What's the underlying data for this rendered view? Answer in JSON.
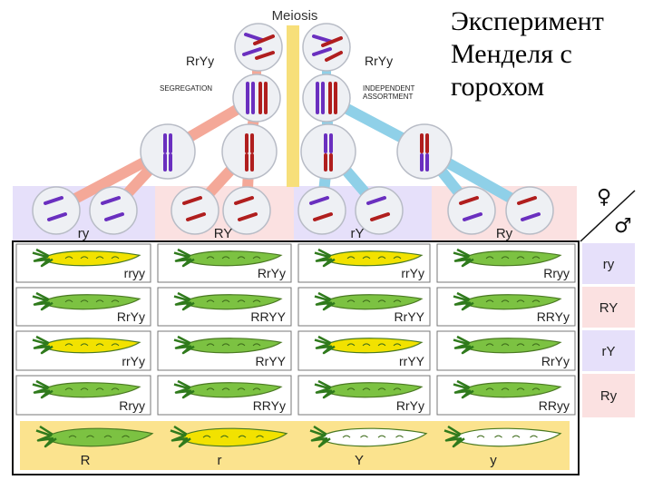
{
  "slide_title": [
    "Эксперимент",
    "Менделя с",
    "горохом"
  ],
  "diagram": {
    "meiosis_label": "Meiosis",
    "parent_genotype_left": "RrYy",
    "parent_genotype_right": "RrYy",
    "segregation_label": "SEGREGATION",
    "independent_assortment_label": [
      "INDEPENDENT",
      "ASSORTMENT"
    ],
    "female_symbol": "♀",
    "male_symbol": "♂",
    "gametes": [
      "ry",
      "RY",
      "rY",
      "Ry"
    ],
    "male_gametes": [
      "ry",
      "RY",
      "rY",
      "Ry"
    ],
    "punnett": [
      [
        {
          "genotype": "rryy",
          "color": "yellow"
        },
        {
          "genotype": "RrYy",
          "color": "green"
        },
        {
          "genotype": "rrYy",
          "color": "yellow"
        },
        {
          "genotype": "Rryy",
          "color": "green"
        }
      ],
      [
        {
          "genotype": "RrYy",
          "color": "green"
        },
        {
          "genotype": "RRYY",
          "color": "green"
        },
        {
          "genotype": "RrYY",
          "color": "green"
        },
        {
          "genotype": "RRYy",
          "color": "green"
        }
      ],
      [
        {
          "genotype": "rrYy",
          "color": "yellow"
        },
        {
          "genotype": "RrYY",
          "color": "green"
        },
        {
          "genotype": "rrYY",
          "color": "yellow"
        },
        {
          "genotype": "RrYy",
          "color": "green"
        }
      ],
      [
        {
          "genotype": "Rryy",
          "color": "green"
        },
        {
          "genotype": "RRYy",
          "color": "green"
        },
        {
          "genotype": "RrYy",
          "color": "green"
        },
        {
          "genotype": "RRyy",
          "color": "green"
        }
      ]
    ],
    "legend": [
      {
        "label": "R",
        "color": "green"
      },
      {
        "label": "r",
        "color": "yellow"
      },
      {
        "label": "Y",
        "color": "white"
      },
      {
        "label": "y",
        "color": "white"
      }
    ],
    "colors": {
      "pod_green": "#7cc242",
      "pod_yellow": "#f2e200",
      "pod_white": "#ffffff",
      "chrom_purple": "#6a2fbf",
      "chrom_red": "#b01e1e",
      "line_pink": "#f4a898",
      "line_blue": "#8fd0e8",
      "line_yellow": "#f7df7a",
      "panel_purple": "#e6e0fa",
      "panel_pink": "#fbe1e1",
      "legend_bg": "#fbe38e"
    }
  }
}
